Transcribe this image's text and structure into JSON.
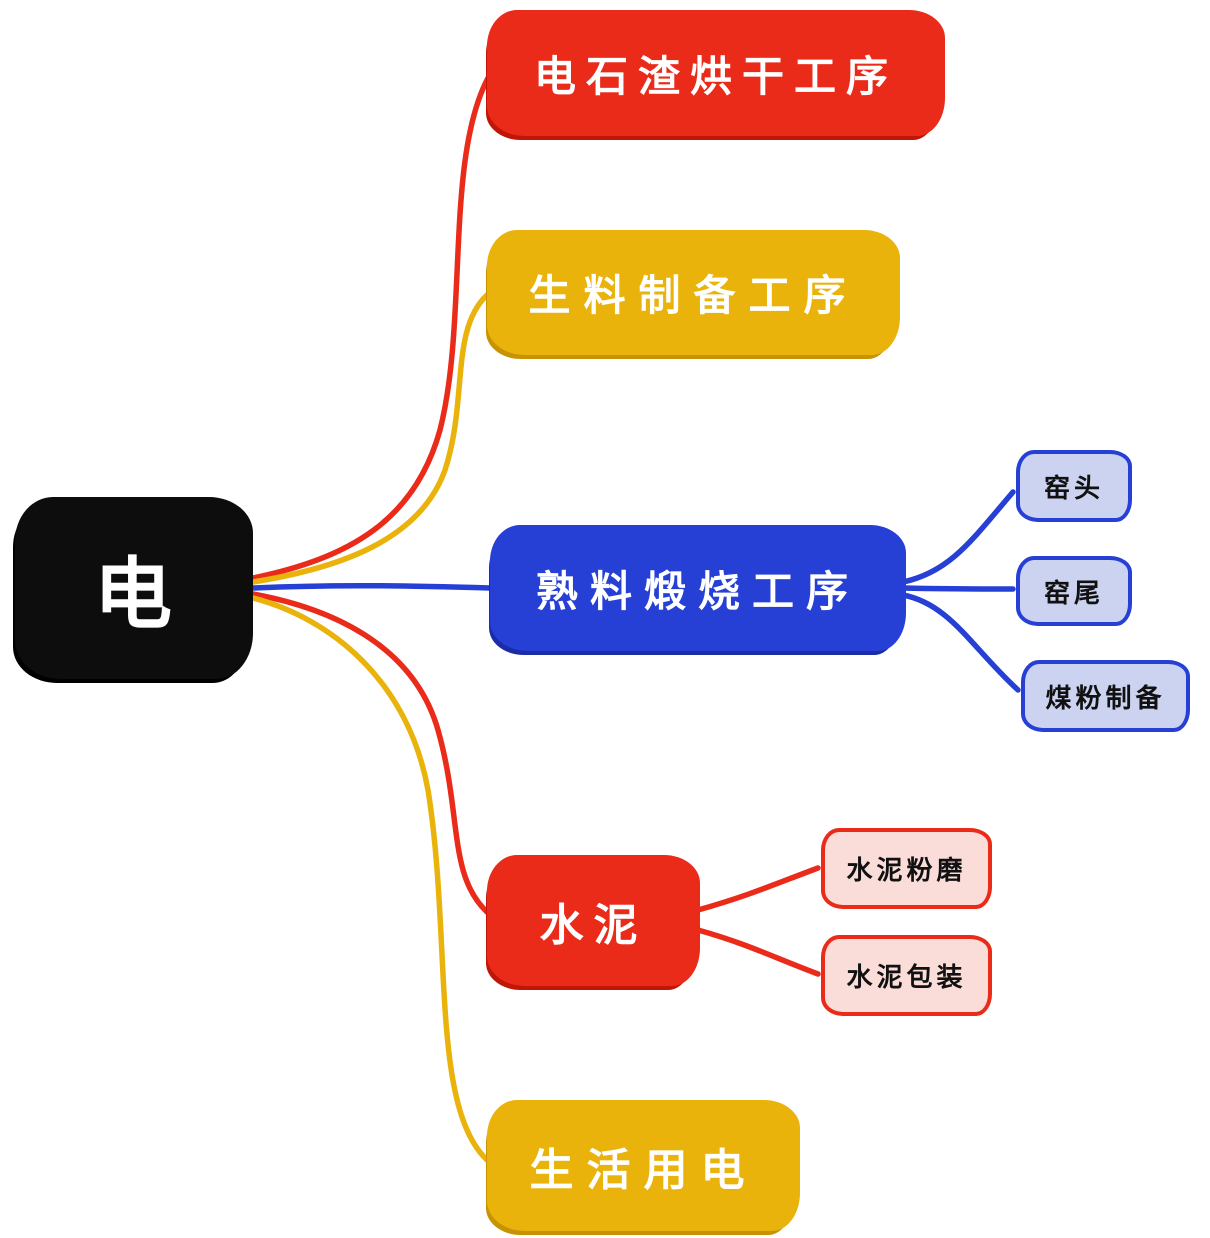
{
  "root": {
    "label": "电"
  },
  "branches": [
    {
      "label": "电石渣烘干工序",
      "color": "#ea2b1a"
    },
    {
      "label": "生料制备工序",
      "color": "#e9b30b"
    },
    {
      "label": "熟料煅烧工序",
      "color": "#2640d6",
      "children": [
        {
          "label": "窑头"
        },
        {
          "label": "窑尾"
        },
        {
          "label": "煤粉制备"
        }
      ]
    },
    {
      "label": "水泥",
      "color": "#ea2b1a",
      "children": [
        {
          "label": "水泥粉磨"
        },
        {
          "label": "水泥包装"
        }
      ]
    },
    {
      "label": "生活用电",
      "color": "#e9b30b"
    }
  ],
  "palette": {
    "canvas_bg": "#ffffff",
    "root_bg": "#0d0d0d",
    "root_text": "#ffffff",
    "red": "#ea2b1a",
    "yellow": "#e9b30b",
    "blue": "#2640d6",
    "child_blue_fill": "#ccd3f1",
    "child_blue_border": "#2640d6",
    "child_pink_fill": "#fadcd9",
    "child_pink_border": "#ea2b1a"
  }
}
